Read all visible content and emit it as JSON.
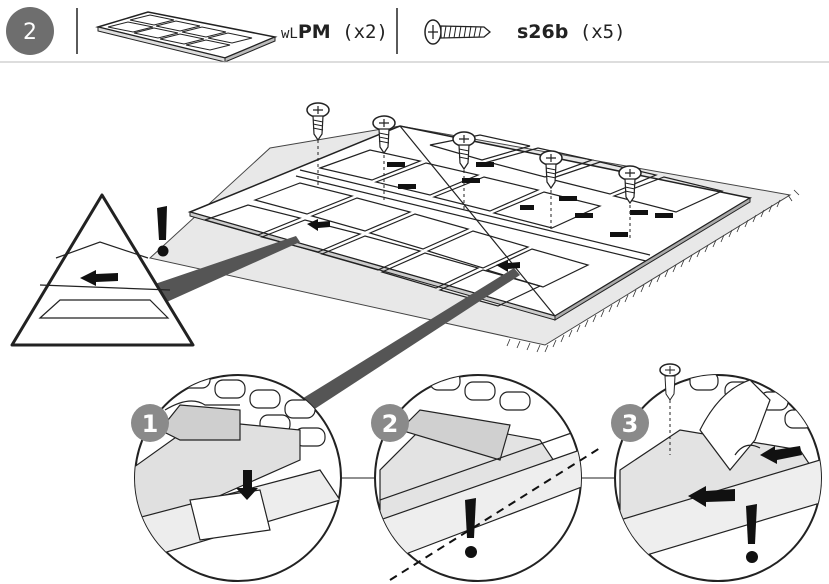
{
  "step": {
    "number": "2"
  },
  "parts": [
    {
      "prefix": "wL",
      "name": "PM",
      "qty": " (x2)",
      "icon": "floor-panel-icon"
    },
    {
      "prefix": "",
      "name": "s26b",
      "qty": " (x5)",
      "icon": "screw-icon"
    }
  ],
  "details": [
    {
      "number": "1"
    },
    {
      "number": "2"
    },
    {
      "number": "3"
    }
  ],
  "colors": {
    "badge": "#6e6e6e",
    "line": "#222222",
    "warning": "#111111",
    "ground": "#e6e6e6"
  }
}
